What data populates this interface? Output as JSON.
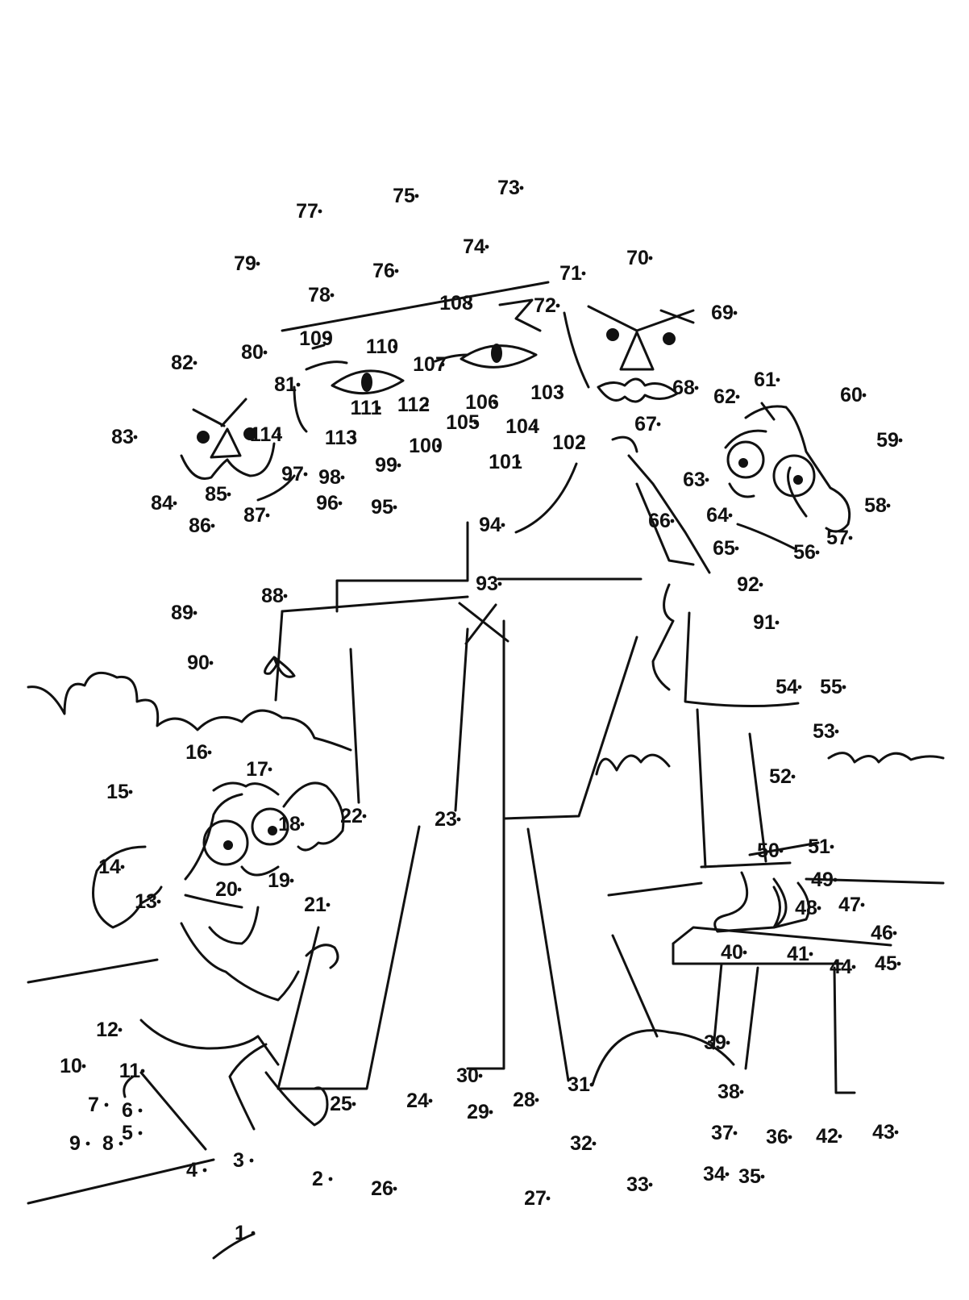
{
  "puzzle": {
    "type": "connect-the-dots",
    "colors": {
      "ink": "#111111",
      "paper": "#ffffff"
    },
    "dots": [
      {
        "n": "1"
      },
      {
        "n": "2"
      },
      {
        "n": "3"
      },
      {
        "n": "4"
      },
      {
        "n": "5"
      },
      {
        "n": "6"
      },
      {
        "n": "7"
      },
      {
        "n": "8"
      },
      {
        "n": "9"
      },
      {
        "n": "10"
      },
      {
        "n": "11"
      },
      {
        "n": "12"
      },
      {
        "n": "13"
      },
      {
        "n": "14"
      },
      {
        "n": "15"
      },
      {
        "n": "16"
      },
      {
        "n": "17"
      },
      {
        "n": "18"
      },
      {
        "n": "19"
      },
      {
        "n": "20"
      },
      {
        "n": "21"
      },
      {
        "n": "22"
      },
      {
        "n": "23"
      },
      {
        "n": "24"
      },
      {
        "n": "25"
      },
      {
        "n": "26"
      },
      {
        "n": "27"
      },
      {
        "n": "28"
      },
      {
        "n": "29"
      },
      {
        "n": "30"
      },
      {
        "n": "31"
      },
      {
        "n": "32"
      },
      {
        "n": "33"
      },
      {
        "n": "34"
      },
      {
        "n": "35"
      },
      {
        "n": "36"
      },
      {
        "n": "37"
      },
      {
        "n": "38"
      },
      {
        "n": "39"
      },
      {
        "n": "40"
      },
      {
        "n": "41"
      },
      {
        "n": "42"
      },
      {
        "n": "43"
      },
      {
        "n": "44"
      },
      {
        "n": "45"
      },
      {
        "n": "46"
      },
      {
        "n": "47"
      },
      {
        "n": "48"
      },
      {
        "n": "49"
      },
      {
        "n": "50"
      },
      {
        "n": "51"
      },
      {
        "n": "52"
      },
      {
        "n": "53"
      },
      {
        "n": "54"
      },
      {
        "n": "55"
      },
      {
        "n": "56"
      },
      {
        "n": "57"
      },
      {
        "n": "58"
      },
      {
        "n": "59"
      },
      {
        "n": "60"
      },
      {
        "n": "61"
      },
      {
        "n": "62"
      },
      {
        "n": "63"
      },
      {
        "n": "64"
      },
      {
        "n": "65"
      },
      {
        "n": "66"
      },
      {
        "n": "67"
      },
      {
        "n": "68"
      },
      {
        "n": "69"
      },
      {
        "n": "70"
      },
      {
        "n": "71"
      },
      {
        "n": "72"
      },
      {
        "n": "73"
      },
      {
        "n": "74"
      },
      {
        "n": "75"
      },
      {
        "n": "76"
      },
      {
        "n": "77"
      },
      {
        "n": "78"
      },
      {
        "n": "79"
      },
      {
        "n": "80"
      },
      {
        "n": "81"
      },
      {
        "n": "82"
      },
      {
        "n": "83"
      },
      {
        "n": "84"
      },
      {
        "n": "85"
      },
      {
        "n": "86"
      },
      {
        "n": "87"
      },
      {
        "n": "88"
      },
      {
        "n": "89"
      },
      {
        "n": "90"
      },
      {
        "n": "91"
      },
      {
        "n": "92"
      },
      {
        "n": "93"
      },
      {
        "n": "94"
      },
      {
        "n": "95"
      },
      {
        "n": "96"
      },
      {
        "n": "97"
      },
      {
        "n": "98"
      },
      {
        "n": "99"
      },
      {
        "n": "100"
      },
      {
        "n": "101"
      },
      {
        "n": "102"
      },
      {
        "n": "103"
      },
      {
        "n": "104"
      },
      {
        "n": "105"
      },
      {
        "n": "106"
      },
      {
        "n": "107"
      },
      {
        "n": "108"
      },
      {
        "n": "109"
      },
      {
        "n": "110"
      },
      {
        "n": "111"
      },
      {
        "n": "112"
      },
      {
        "n": "113"
      },
      {
        "n": "114"
      }
    ]
  }
}
